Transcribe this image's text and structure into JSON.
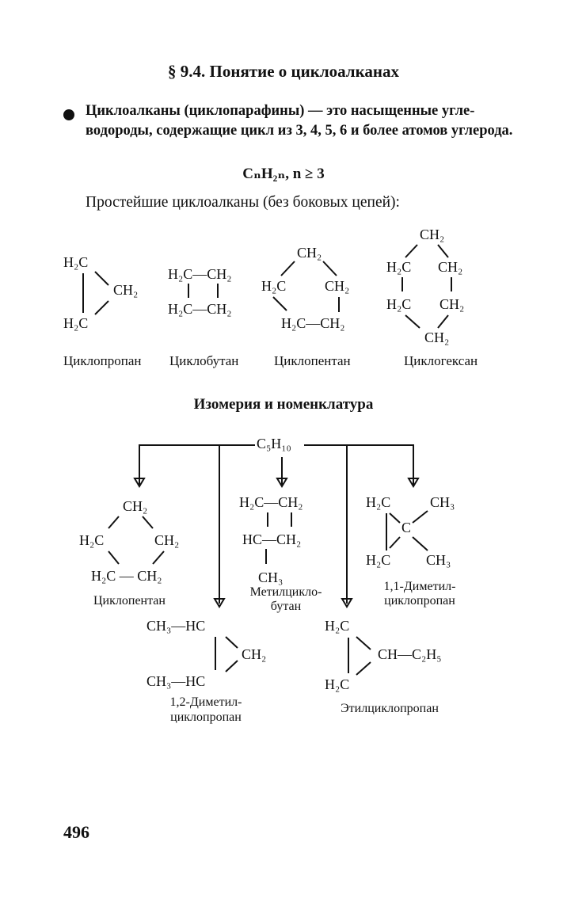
{
  "section_title": "§ 9.4. Понятие о циклоалканах",
  "definition": "Циклоалканы (циклопарафины) — это насыщенные угле­водороды, содержащие цикл из 3, 4, 5, 6 и более атомов углерода.",
  "general_formula": "CₙH₂ₙ, n ≥ 3",
  "simple_intro": "Простейшие циклоалканы (без боковых цепей):",
  "simple_names": [
    "Циклопропан",
    "Циклобутан",
    "Циклопентан",
    "Циклогексан"
  ],
  "isomerism_title": "Изомерия и номенклатура",
  "isomer_root": "C₅H₁₀",
  "isomer_names": {
    "cyclopentane": "Циклопентан",
    "methylcyclobutane_1": "Метилцикло-",
    "methylcyclobutane_2": "бутан",
    "dimethyl11_1": "1,1-Диметил-",
    "dimethyl11_2": "циклопропан",
    "dimethyl12_1": "1,2-Диметил-",
    "dimethyl12_2": "циклопропан",
    "ethylcyclopropane": "Этилциклопропан"
  },
  "page_number": "496"
}
